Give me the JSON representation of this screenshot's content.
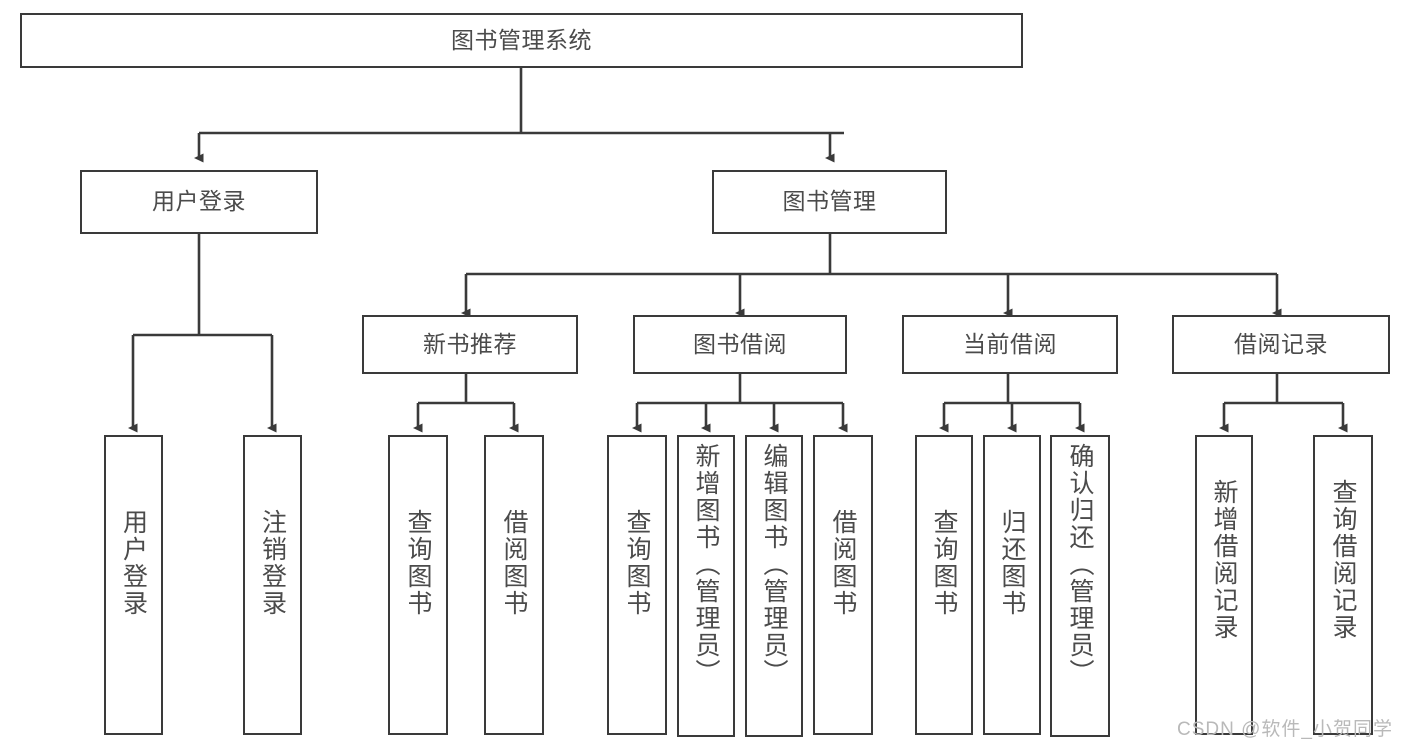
{
  "diagram": {
    "title": "图书管理系统",
    "type": "tree-hierarchy",
    "watermark": "CSDN @软件_小贺同学",
    "colors": {
      "stroke": "#3a3a3a",
      "text": "#4b4b4b",
      "background": "#ffffff",
      "watermark": "#b9b9b9"
    },
    "root": {
      "id": "root",
      "label": "图书管理系统",
      "orientation": "horizontal"
    },
    "level1": [
      {
        "id": "user-login",
        "label": "用户登录",
        "orientation": "horizontal"
      },
      {
        "id": "book-management",
        "label": "图书管理",
        "orientation": "horizontal"
      }
    ],
    "level2": [
      {
        "id": "new-book-recommend",
        "label": "新书推荐",
        "orientation": "horizontal",
        "parent": "book-management"
      },
      {
        "id": "book-borrow",
        "label": "图书借阅",
        "orientation": "horizontal",
        "parent": "book-management"
      },
      {
        "id": "current-borrow",
        "label": "当前借阅",
        "orientation": "horizontal",
        "parent": "book-management"
      },
      {
        "id": "borrow-record",
        "label": "借阅记录",
        "orientation": "horizontal",
        "parent": "book-management"
      }
    ],
    "leaves": [
      {
        "id": "leaf-user-login",
        "label": "用户登录",
        "orientation": "vertical",
        "parent": "user-login"
      },
      {
        "id": "leaf-logout-login",
        "label": "注销登录",
        "orientation": "vertical",
        "parent": "user-login"
      },
      {
        "id": "leaf-query-book-1",
        "label": "查询图书",
        "orientation": "vertical",
        "parent": "new-book-recommend"
      },
      {
        "id": "leaf-borrow-book-1",
        "label": "借阅图书",
        "orientation": "vertical",
        "parent": "new-book-recommend"
      },
      {
        "id": "leaf-query-book-2",
        "label": "查询图书",
        "orientation": "vertical",
        "parent": "book-borrow"
      },
      {
        "id": "leaf-add-book",
        "label": "新增图书（管理员）",
        "orientation": "vertical",
        "parent": "book-borrow"
      },
      {
        "id": "leaf-edit-book",
        "label": "编辑图书（管理员）",
        "orientation": "vertical",
        "parent": "book-borrow"
      },
      {
        "id": "leaf-borrow-book-2",
        "label": "借阅图书",
        "orientation": "vertical",
        "parent": "book-borrow"
      },
      {
        "id": "leaf-query-book-3",
        "label": "查询图书",
        "orientation": "vertical",
        "parent": "current-borrow"
      },
      {
        "id": "leaf-return-book",
        "label": "归还图书",
        "orientation": "vertical",
        "parent": "current-borrow"
      },
      {
        "id": "leaf-confirm-return",
        "label": "确认归还（管理员）",
        "orientation": "vertical",
        "parent": "current-borrow"
      },
      {
        "id": "leaf-add-record",
        "label": "新增借阅记录",
        "orientation": "vertical",
        "parent": "borrow-record"
      },
      {
        "id": "leaf-query-record",
        "label": "查询借阅记录",
        "orientation": "vertical",
        "parent": "borrow-record"
      }
    ]
  }
}
